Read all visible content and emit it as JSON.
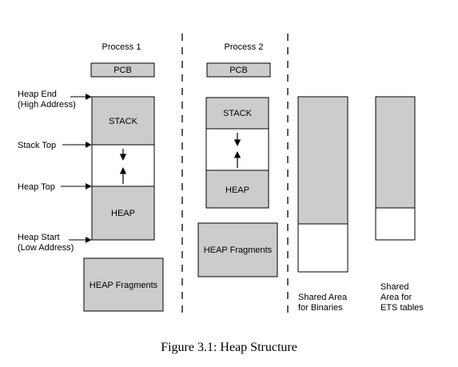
{
  "process1": {
    "title": "Process 1",
    "pcb": "PCB",
    "stack": "STACK",
    "heap": "HEAP",
    "fragments": "HEAP Fragments"
  },
  "process2": {
    "title": "Process 2",
    "pcb": "PCB",
    "stack": "STACK",
    "heap": "HEAP",
    "fragments": "HEAP Fragments"
  },
  "labels": {
    "heap_end": [
      "Heap End",
      "(High Address)"
    ],
    "stack_top": "Stack Top",
    "heap_top": "Heap Top",
    "heap_start": [
      "Heap Start",
      "(Low Address)"
    ]
  },
  "shared_binaries": [
    "Shared Area",
    "for Binaries"
  ],
  "shared_ets": [
    "Shared",
    "Area for",
    "ETS tables"
  ],
  "caption": "Figure 3.1: Heap Structure",
  "colors": {
    "fill": "#cccccc",
    "stroke": "#000000",
    "background": "#ffffff"
  }
}
